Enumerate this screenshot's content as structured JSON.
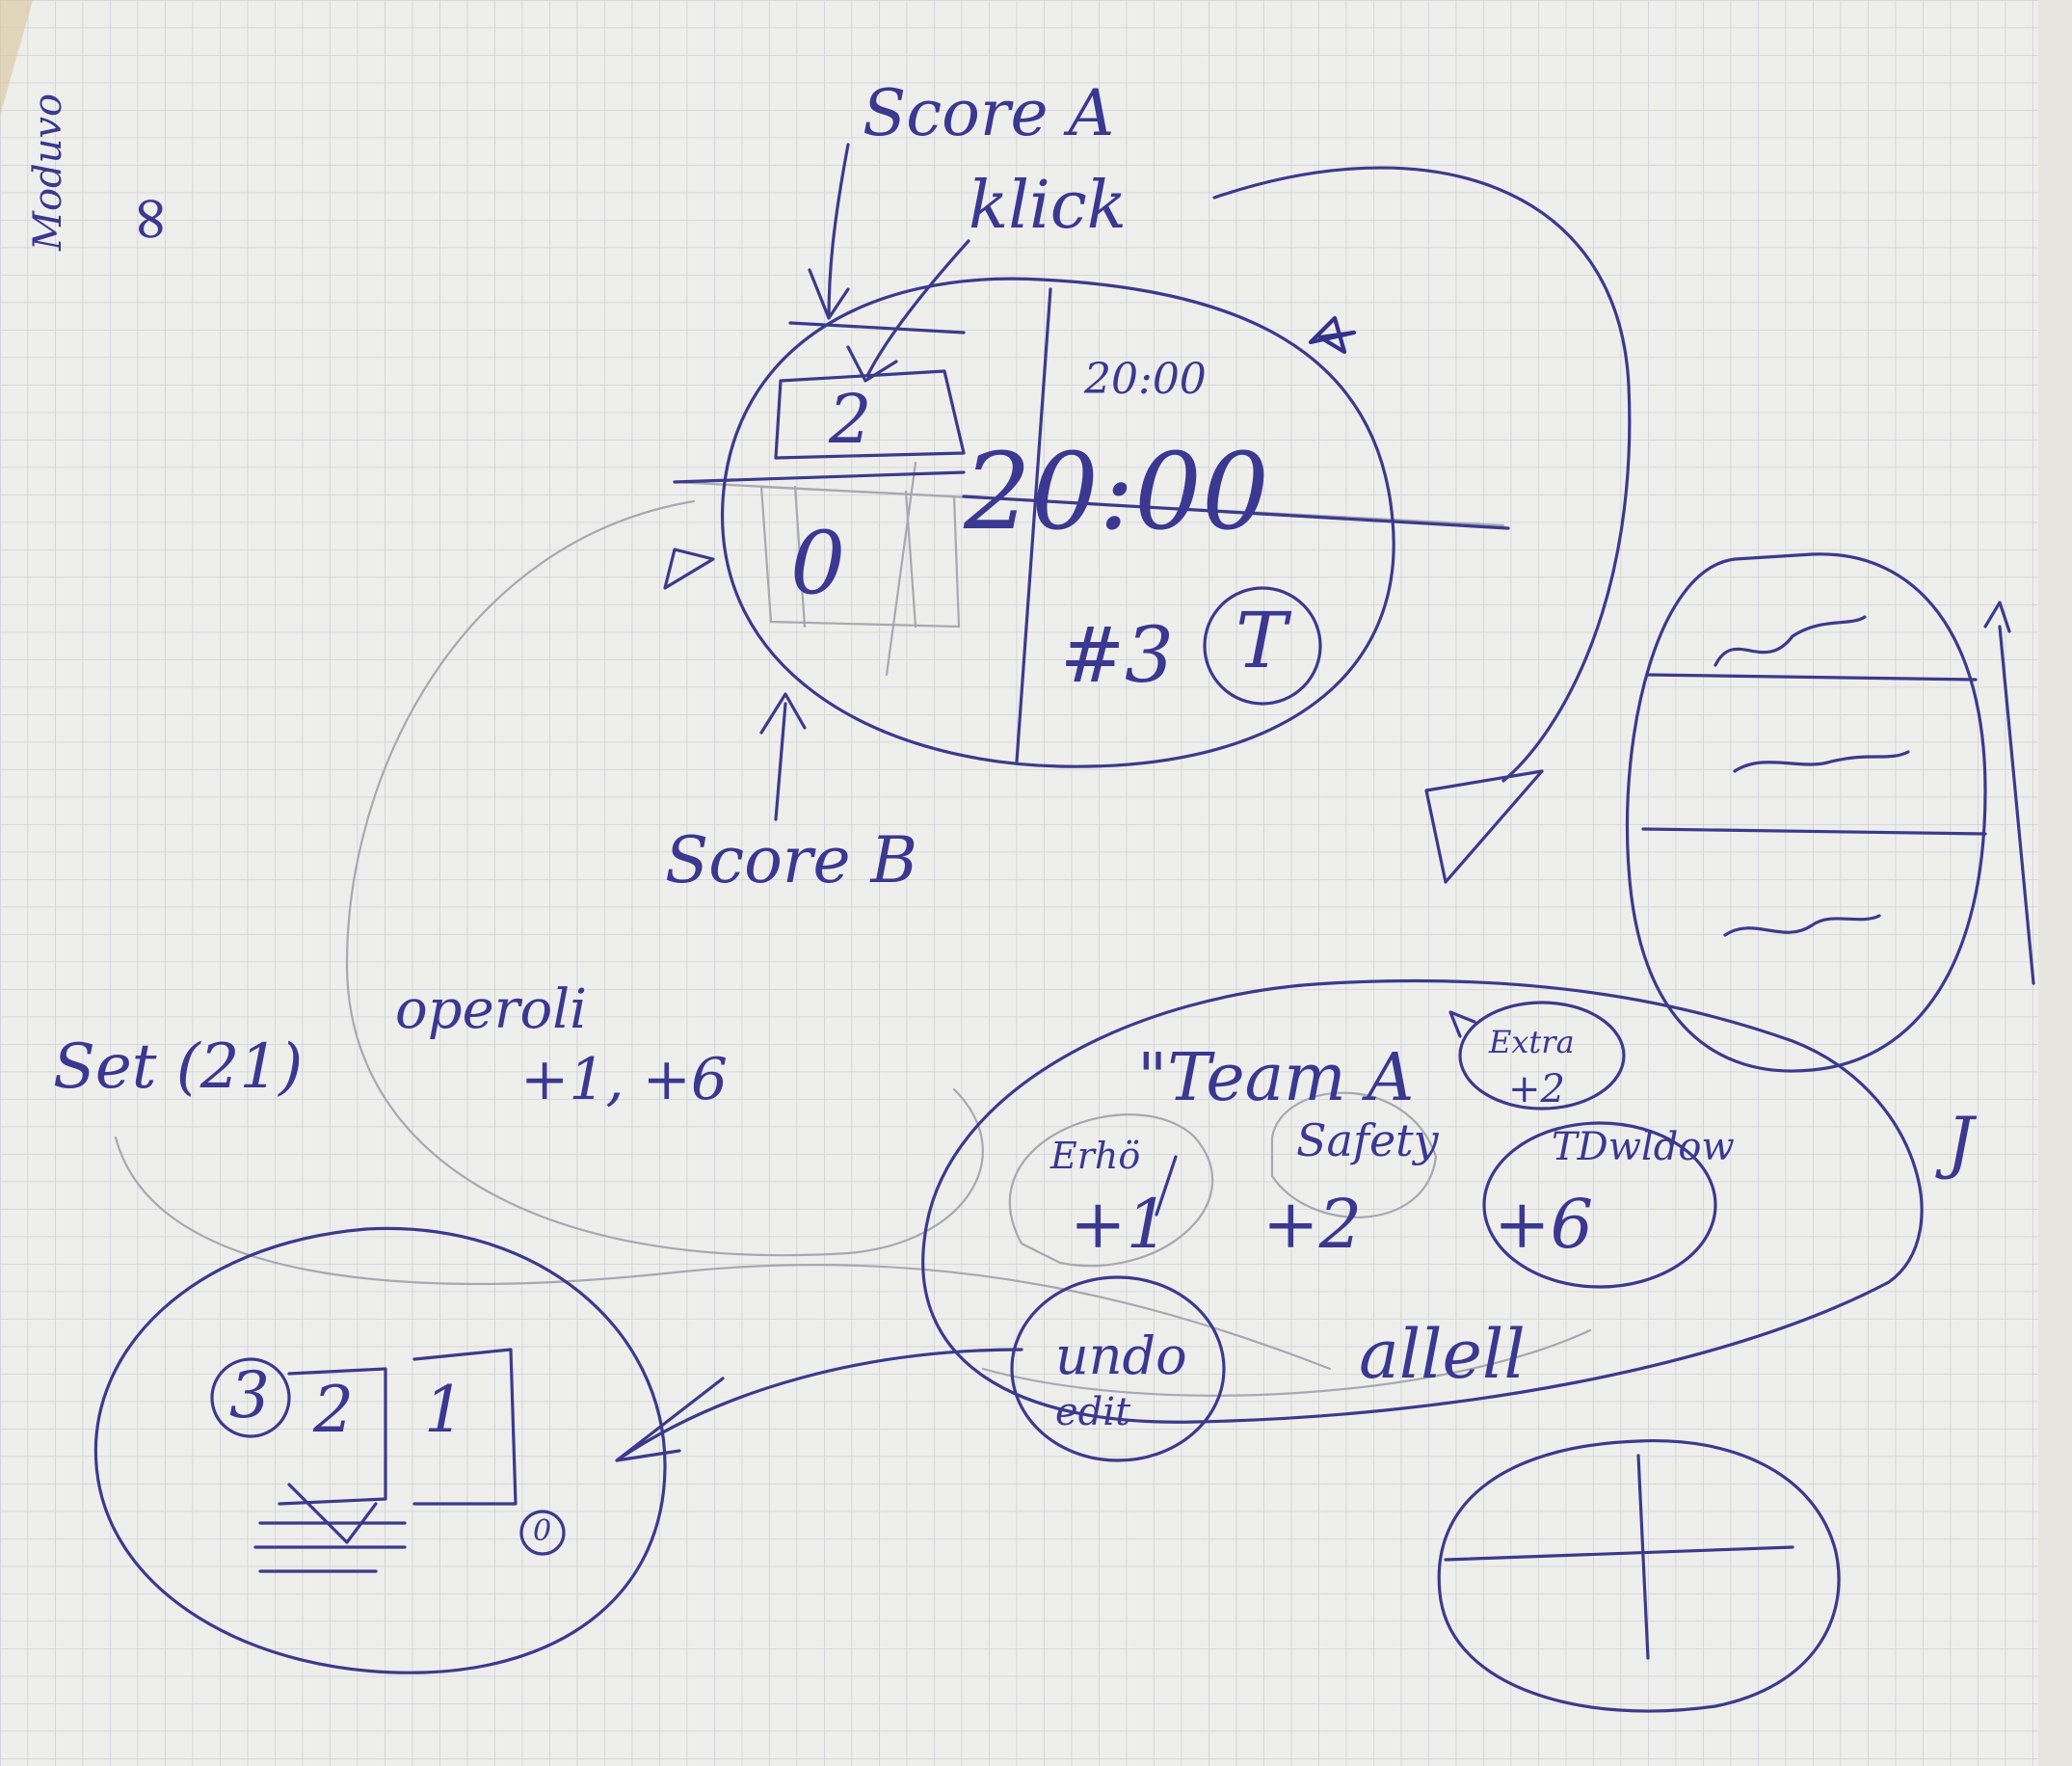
{
  "sketch": {
    "corner_note": {
      "line1": "Moduvo",
      "line2": "∞"
    },
    "scoreboard": {
      "score_a_label": "Score A",
      "click_label": "klick",
      "small_time": "20:00",
      "big_time": "20:00",
      "score_a_value": "2",
      "score_b_value": "0",
      "period": "#3",
      "icon_button": "T"
    },
    "score_b_label": "Score B",
    "operations": {
      "title": "operoli",
      "values": "+1, +6"
    },
    "set_label": "Set (21)",
    "team_panel": {
      "title": "\"Team A",
      "extra_bubble": {
        "label": "Extra",
        "value": "+2"
      },
      "erhoehen": {
        "label": "Erhö",
        "value": "+1"
      },
      "safety": {
        "label": "Safety",
        "value": "+2"
      },
      "touchdown": {
        "label": "TDwldow",
        "value": "+6"
      },
      "undo": {
        "line1": "undo",
        "line2": "edit"
      },
      "cancel": "allell"
    },
    "set_cards": {
      "card3": "3",
      "card2": "2",
      "card1": "1",
      "badge": "0"
    },
    "right_list_mark": "J"
  },
  "colors": {
    "ink": "#3a3890",
    "paper": "#eeeeec",
    "grid": "#cfd1d6",
    "pencil": "#a8a8b2"
  }
}
